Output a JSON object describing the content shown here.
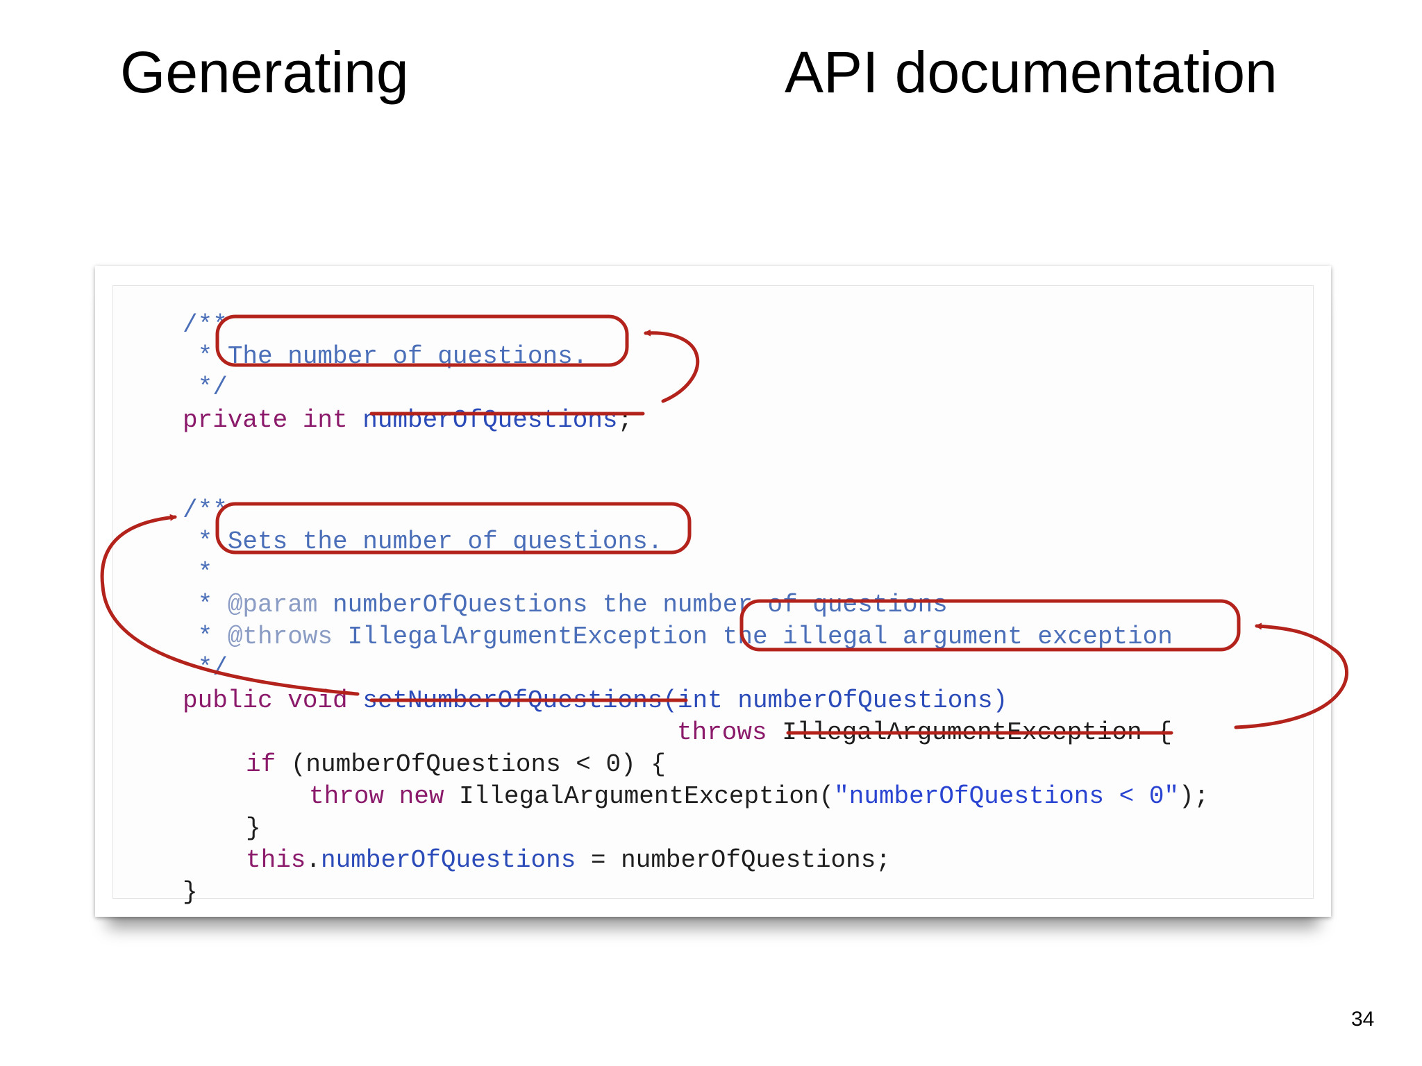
{
  "slide": {
    "title_left": "Generating",
    "title_right": "API documentation",
    "page_number": "34"
  },
  "code": {
    "l1": {
      "c": "/**"
    },
    "l2": {
      "c1": " * ",
      "c2": "The number of questions."
    },
    "l3": {
      "c": " */"
    },
    "l4": {
      "kw": "private int ",
      "name": "numberOfQuestions",
      "end": ";"
    },
    "l5": {
      "c": "/**"
    },
    "l6": {
      "c1": " * ",
      "c2": "Sets the number of questions."
    },
    "l7": {
      "c": " *"
    },
    "l8": {
      "star": " * ",
      "tag": "@param",
      "text": " numberOfQuestions the number of questions"
    },
    "l9": {
      "star": " * ",
      "tag": "@throws",
      "text": " IllegalArgumentException the illegal argument exception"
    },
    "l10": {
      "c": " */"
    },
    "l11": {
      "kw": "public void ",
      "name": "setNumberOfQuestions",
      "rest": "(int numberOfQuestions)"
    },
    "l12": {
      "kw": "throws ",
      "name": "IllegalArgumentException",
      "end": " {"
    },
    "l13": {
      "kw": "if",
      "rest": " (numberOfQuestions < 0) {"
    },
    "l14": {
      "kw": "throw new ",
      "cls": "IllegalArgumentException(",
      "str": "\"numberOfQuestions < 0\"",
      "end": ");"
    },
    "l15": {
      "c": "}"
    },
    "l16": {
      "kw": "this",
      "dot": ".",
      "fld": "numberOfQuestions",
      "rest": " = numberOfQuestions;"
    },
    "l17": {
      "c": "}"
    }
  },
  "colors": {
    "annotation": "#b3231c",
    "keyword": "#8b1a6b",
    "comment": "#4a6fb8",
    "field": "#2b4bb8"
  }
}
